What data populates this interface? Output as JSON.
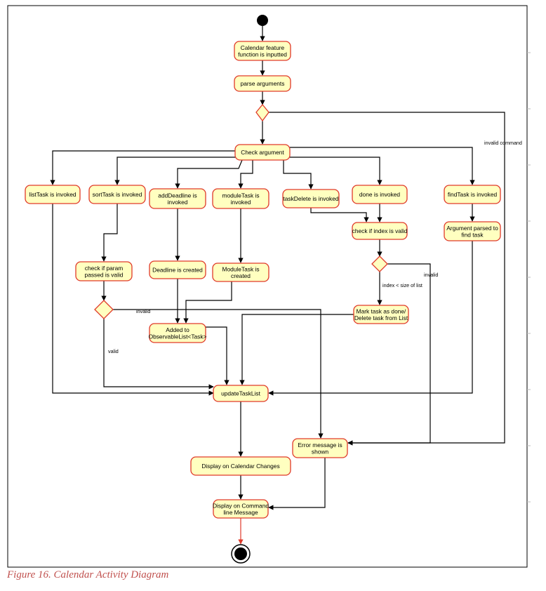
{
  "colors": {
    "node_fill": "#ffffc0",
    "node_stroke": "#e03a2a",
    "edge": "#000000",
    "final_edge": "#e03a2a",
    "caption": "#c0504d"
  },
  "nodes": {
    "calendar_input": [
      "Calendar feature",
      "function is inputted"
    ],
    "parse_arguments": [
      "parse arguments"
    ],
    "check_argument": [
      "Check argument"
    ],
    "list_task": [
      "listTask is invoked"
    ],
    "sort_task": [
      "sortTask is invoked"
    ],
    "add_deadline": [
      "addDeadline is",
      "invoked"
    ],
    "module_task": [
      "moduleTask is",
      "invoked"
    ],
    "task_delete": [
      "taskDelete is invoked"
    ],
    "done_invoked": [
      "done is invoked"
    ],
    "find_task": [
      "findTask is invoked"
    ],
    "argument_parsed": [
      "Argument parsed to",
      "find task"
    ],
    "check_index": [
      "check if index is valid"
    ],
    "check_param": [
      "check if param",
      "passed is valid"
    ],
    "deadline_created": [
      "Deadline is created"
    ],
    "moduletask_created": [
      "ModuleTask is",
      "created"
    ],
    "mark_task": [
      "Mark task as done/",
      "Delete task from List"
    ],
    "added_observable": [
      "Added to",
      "ObservableList<Task>"
    ],
    "update_task_list": [
      "updateTaskList"
    ],
    "error_message": [
      "Error message is",
      "shown"
    ],
    "display_calendar": [
      "Display on Calendar Changes"
    ],
    "display_command": [
      "Display on Command",
      "line Message"
    ]
  },
  "edge_labels": {
    "invalid_command": "invalid command",
    "invalid_index": "invalid",
    "index_guard": "index < size of list",
    "invalid_param": "invalid",
    "valid_param": "valid"
  },
  "caption": "Figure 16. Calendar Activity Diagram"
}
